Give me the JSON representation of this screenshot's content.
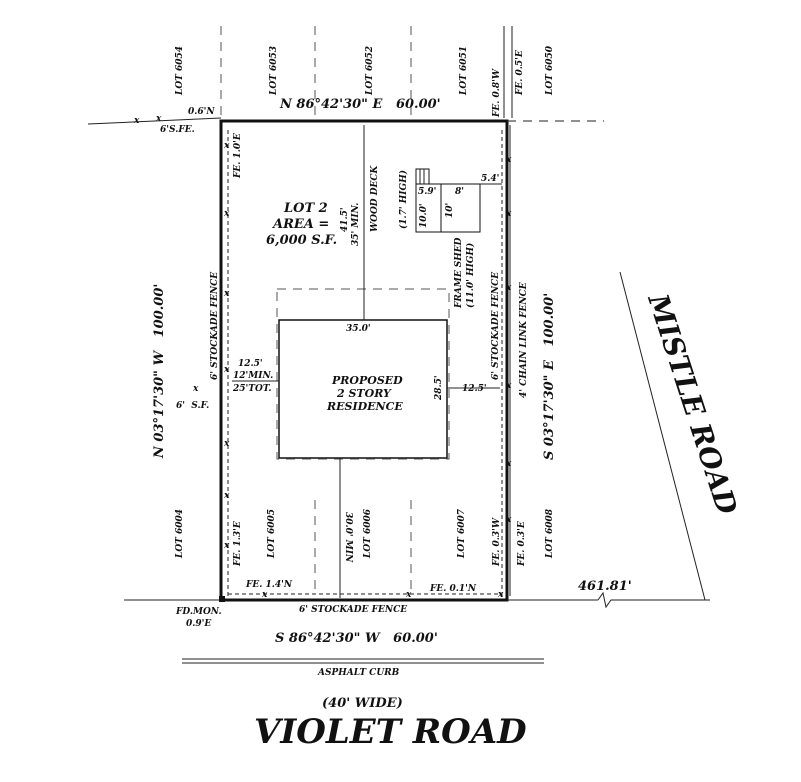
{
  "lots_top": [
    "LOT 6054",
    "LOT 6053",
    "LOT 6052",
    "LOT 6051",
    "LOT 6050"
  ],
  "lots_bottom": [
    "LOT 6004",
    "LOT 6005",
    "LOT 6006",
    "LOT 6007",
    "LOT 6008"
  ],
  "boundaries": {
    "north": "N 86°42'30\" E   60.00'",
    "south": "S 86°42'30\" W   60.00'",
    "west": "N 03°17'30\" W   100.00'",
    "east": "S 03°17'30\" E   100.00'"
  },
  "lot": {
    "line1": "LOT 2",
    "line2": "AREA =",
    "line3": "6,000 S.F."
  },
  "residence": {
    "line1": "PROPOSED",
    "line2": "2 STORY",
    "line3": "RESIDENCE",
    "width": "35.0'",
    "depth": "28.5'"
  },
  "setbacks": {
    "front": "35' MIN.",
    "front_actual": "41.5'",
    "rear": "30.0' MIN",
    "side_east": "12.5'",
    "side_west": "12.5'",
    "side_min": "12'MIN.",
    "side_total": "25'TOT."
  },
  "deck": {
    "label1": "WOOD DECK",
    "label2": "(1.7' HIGH)",
    "dim1": "5.9'",
    "dim2": "10.0'"
  },
  "shed": {
    "label1": "FRAME SHED",
    "label2": "(11.0' HIGH)",
    "dim1": "8'",
    "dim2": "10'",
    "offset": "5.4'"
  },
  "fences": {
    "west": "6' STOCKADE FENCE",
    "east_inner": "6' STOCKADE FENCE",
    "east_outer": "4' CHAIN LINK FENCE",
    "south": "6' STOCKADE FENCE",
    "nw_sf": "6'S.FE.",
    "west_sf": "6'  S.F."
  },
  "offsets": {
    "nw_corner": "0.6'N",
    "west_top": "FE. 1.0'E",
    "ne_fe": "FE. 0.8'W",
    "ne_fe2": "FE. 0.5'E",
    "sw_fe": "FE. 1.3'E",
    "s_fe_west": "FE. 1.4'N",
    "s_fe_east": "FE. 0.1'N",
    "se_fe1": "FE. 0.3'W",
    "se_fe2": "FE. 0.3'E"
  },
  "monument": {
    "line1": "FD.MON.",
    "line2": "0.9'E"
  },
  "distance_to_road": "461.81'",
  "curb": "ASPHALT CURB",
  "roads": {
    "violet": "VIOLET ROAD",
    "violet_width": "(40' WIDE)",
    "mistle": "MISTLE ROAD"
  }
}
